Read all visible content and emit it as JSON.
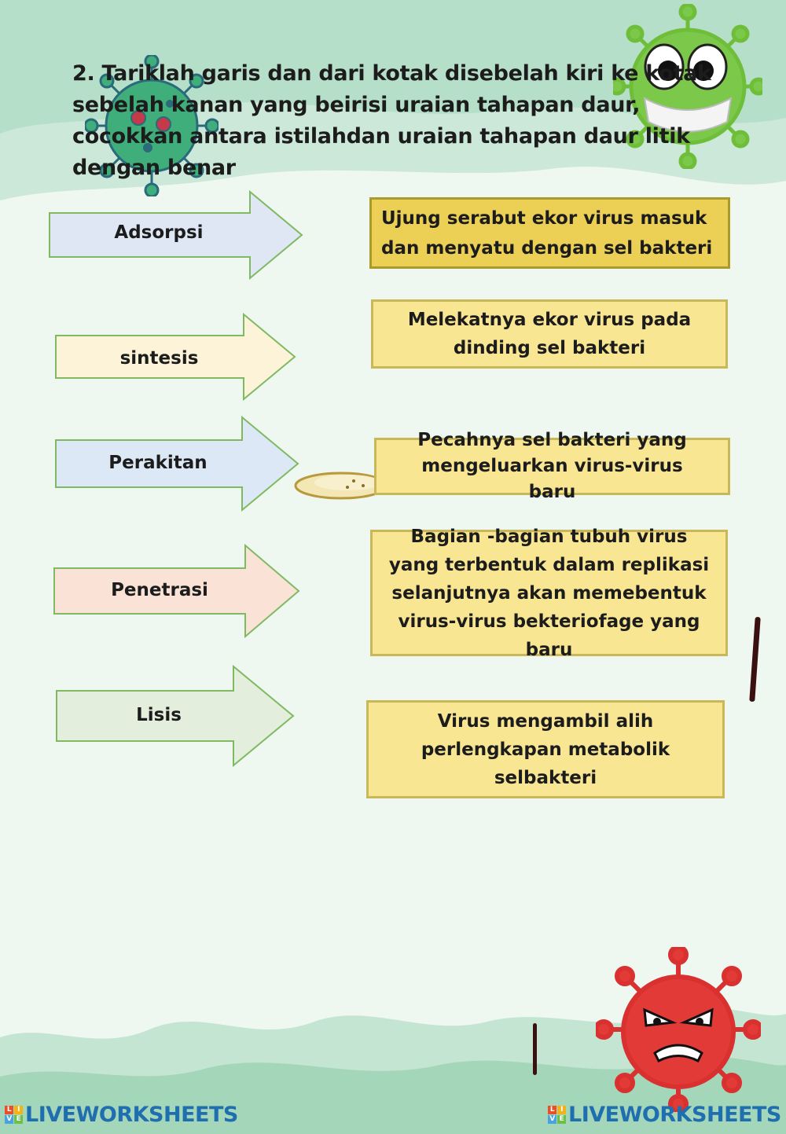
{
  "instruction": "2. Tariklah garis dan dari kotak disebelah kiri ke kotak sebelah kanan yang beirisi uraian tahapan daur, cocokkan antara istilahdan uraian tahapan daur litik  dengan benar",
  "terms": [
    {
      "label": "Adsorpsi",
      "fill": "#dfe6f4"
    },
    {
      "label": "sintesis",
      "fill": "#fdf3d8"
    },
    {
      "label": "Perakitan",
      "fill": "#dde8f6"
    },
    {
      "label": "Penetrasi",
      "fill": "#fae3d6"
    },
    {
      "label": "Lisis",
      "fill": "#e4eedc"
    }
  ],
  "descriptions": [
    "Ujung serabut ekor virus masuk dan menyatu dengan sel bakteri",
    "Melekatnya ekor virus pada dinding sel bakteri",
    "Pecahnya sel bakteri yang mengeluarkan virus-virus baru",
    "Bagian -bagian tubuh virus yang terbentuk dalam replikasi selanjutnya akan memebentuk virus-virus bekteriofage yang baru",
    "Virus mengambil alih perlengkapan metabolik selbakteri"
  ],
  "footer": {
    "logo_left": "LIVEWORKSHEETS",
    "logo_right": "LIVEWORKSHEETS",
    "logo_badge": [
      "L",
      "I",
      "V",
      "E"
    ]
  },
  "colors": {
    "arrow_stroke": "#7fba62",
    "box_fill": "#f8e692",
    "box_border": "#c9b85a",
    "brand": "#1f6fb0"
  }
}
